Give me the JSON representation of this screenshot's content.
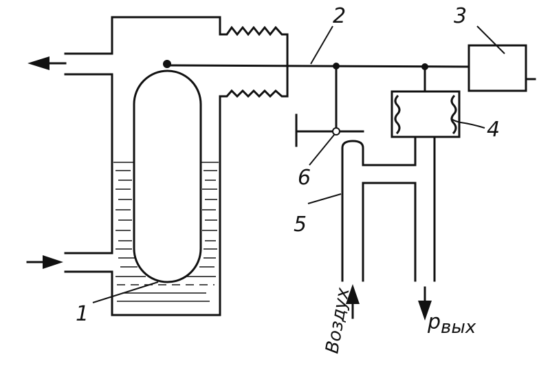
{
  "labels": {
    "float": "1",
    "rod": "2",
    "box": "3",
    "bellows": "4",
    "nozzle": "5",
    "flapper": "6",
    "air": "Воздух",
    "p_main": "p",
    "p_sub": "вых"
  }
}
